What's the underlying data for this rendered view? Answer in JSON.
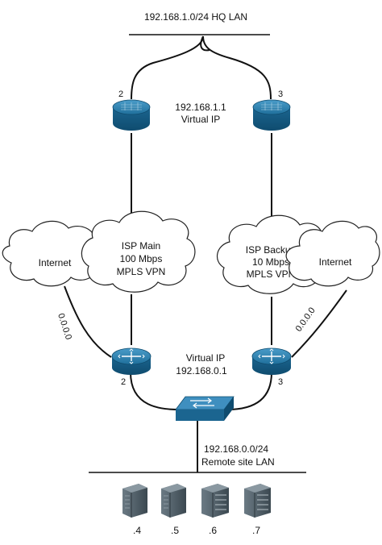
{
  "hq_lan_label": "192.168.1.0/24 HQ LAN",
  "hq_virtual_ip": {
    "line1": "192.168.1.1",
    "line2": "Virtual IP"
  },
  "hq_router_left_port": "2",
  "hq_router_right_port": "3",
  "isp_main": {
    "line1": "ISP  Main",
    "line2": "100 Mbps",
    "line3": "MPLS VPN"
  },
  "isp_backup": {
    "line1": "ISP  Backup",
    "line2": "10 Mbps",
    "line3": "MPLS VPN"
  },
  "internet_left": "Internet",
  "internet_right": "Internet",
  "default_route_left": "0.0.0.0",
  "default_route_right": "0.0.0.0",
  "remote_virtual_ip": {
    "line1": "Virtual IP",
    "line2": "192.168.0.1"
  },
  "remote_router_left_port": "2",
  "remote_router_right_port": "3",
  "remote_lan": {
    "line1": "192.168.0.0/24",
    "line2": "Remote site LAN"
  },
  "hosts": [
    ".4",
    ".5",
    ".6",
    ".7"
  ],
  "colors": {
    "device_blue": "#1f6f9b",
    "device_top": "#3f8fbf",
    "server_gray": "#4a5862",
    "line": "#111111"
  }
}
